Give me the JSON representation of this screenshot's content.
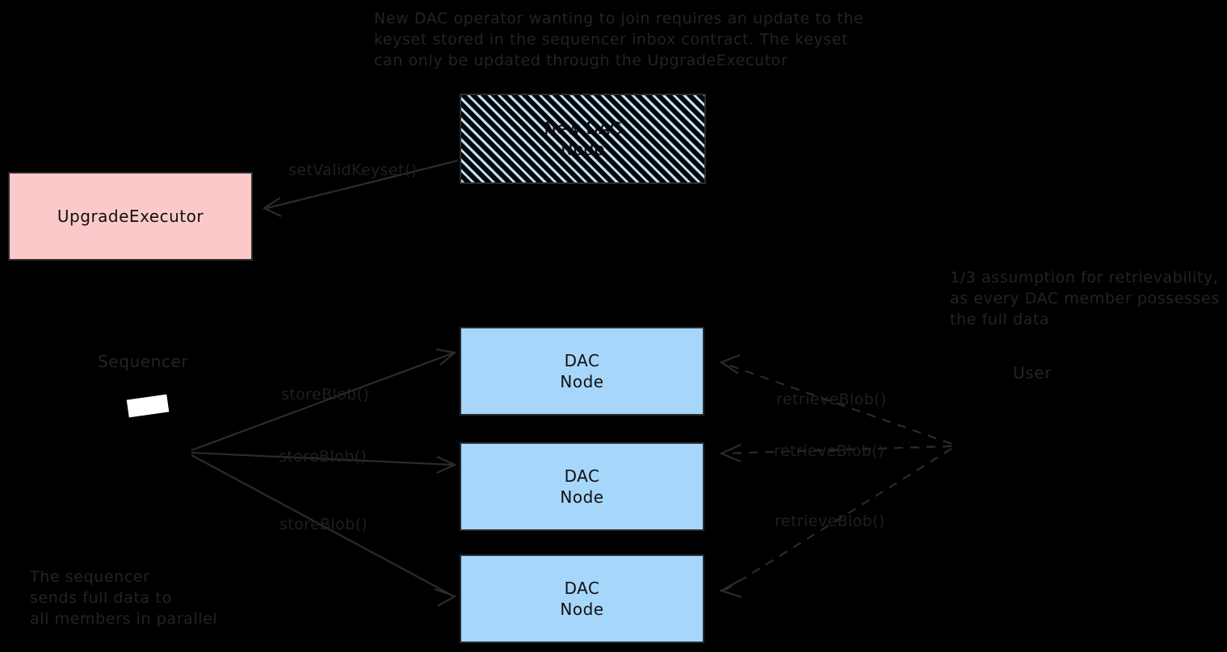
{
  "diagram": {
    "title_hidden": "",
    "background_color": "#000000",
    "colors": {
      "pink_box": "#FBC9C9",
      "blue_box": "#A7D6FB",
      "hatch_stripe": "#BFE0FB",
      "hatch_base": "#050505",
      "stroke": "#2B2B2B",
      "text": "#1F1F1F"
    }
  },
  "annotations": {
    "top_note": "New DAC operator wanting to join requires an update to the\nkeyset stored in the sequencer inbox contract. The keyset\ncan only be updated through the UpgradeExecutor",
    "right_note": "1/3 assumption for retrievability,\nas every DAC member possesses\nthe full data",
    "bottom_left_note": "The sequencer\nsends full data to\nall members in parallel"
  },
  "actors": {
    "sequencer_label": "Sequencer",
    "user_label": "User"
  },
  "nodes": {
    "new_dac_node": "New DAC\nNode",
    "upgrade_executor": "UpgradeExecutor",
    "dac_node_1": "DAC\nNode",
    "dac_node_2": "DAC\nNode",
    "dac_node_3": "DAC\nNode"
  },
  "edges": {
    "set_valid_keyset": "setValidKeyset()",
    "store_blob_1": "storeBlob()",
    "store_blob_2": "storeBlob()",
    "store_blob_3": "storeBlob()",
    "retrieve_blob_1": "retrieveBlob()",
    "retrieve_blob_2": "retrieveBlob()",
    "retrieve_blob_3": "retrieveBlob()"
  }
}
